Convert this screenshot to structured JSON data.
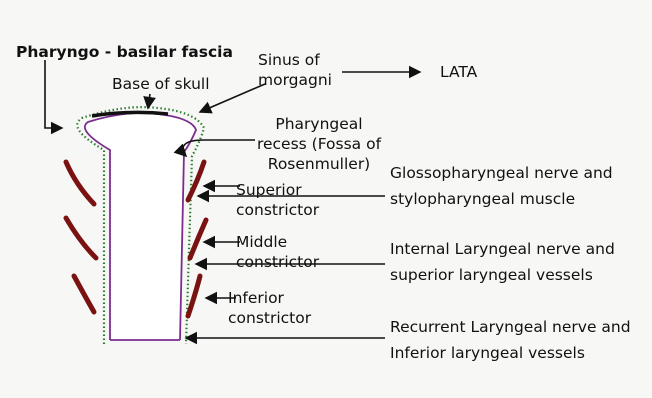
{
  "labels": {
    "pharyngo_basilar_fascia": "Pharyngo - basilar fascia",
    "base_of_skull": "Base of skull",
    "sinus_of_morgagni": "Sinus of morgagni",
    "lata": "LATA",
    "pharyngeal_recess": "Pharyngeal recess (Fossa of Rosenmuller)",
    "superior_constrictor": "Superior constrictor",
    "middle_constrictor": "Middle constrictor",
    "inferior_constrictor": "Inferior constrictor",
    "glossopharyngeal": "Glossopharyngeal nerve and stylopharyngeal muscle",
    "internal_laryngeal": "Internal Laryngeal nerve and superior laryngeal vessels",
    "recurrent_laryngeal": "Recurrent Laryngeal nerve and Inferior laryngeal vessels"
  },
  "colors": {
    "pharynx_outline": "#7b2d8e",
    "muscle": "#7a1212",
    "fascia_dots": "#2e7d32",
    "ink": "#111111"
  }
}
